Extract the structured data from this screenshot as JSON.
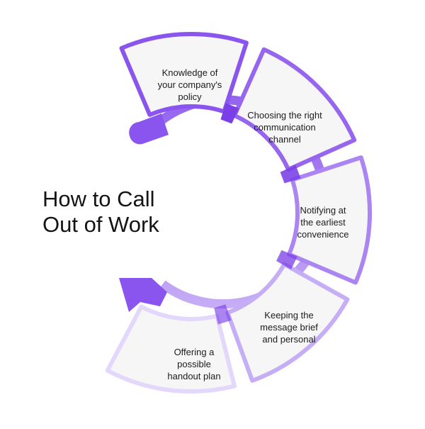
{
  "title": {
    "line1": "How to Call",
    "line2": "Out of Work"
  },
  "colors": {
    "seg1": "#8a55ee",
    "seg2": "#9666ee",
    "seg3": "#ab85f2",
    "seg4": "#c6aef7",
    "seg5": "#e3d7fb",
    "fill": "#f6f6f7",
    "ring": "#8a55ee",
    "connector": "#7a3fe6"
  },
  "segments": [
    {
      "lines": [
        "Knowledge of",
        "your company's",
        "policy"
      ]
    },
    {
      "lines": [
        "Choosing the right",
        "communication",
        "channel"
      ]
    },
    {
      "lines": [
        "Notifying at",
        "the earliest",
        "convenience"
      ]
    },
    {
      "lines": [
        "Keeping the",
        "message brief",
        "and personal"
      ]
    },
    {
      "lines": [
        "Offering a",
        "possible",
        "handout plan"
      ]
    }
  ]
}
